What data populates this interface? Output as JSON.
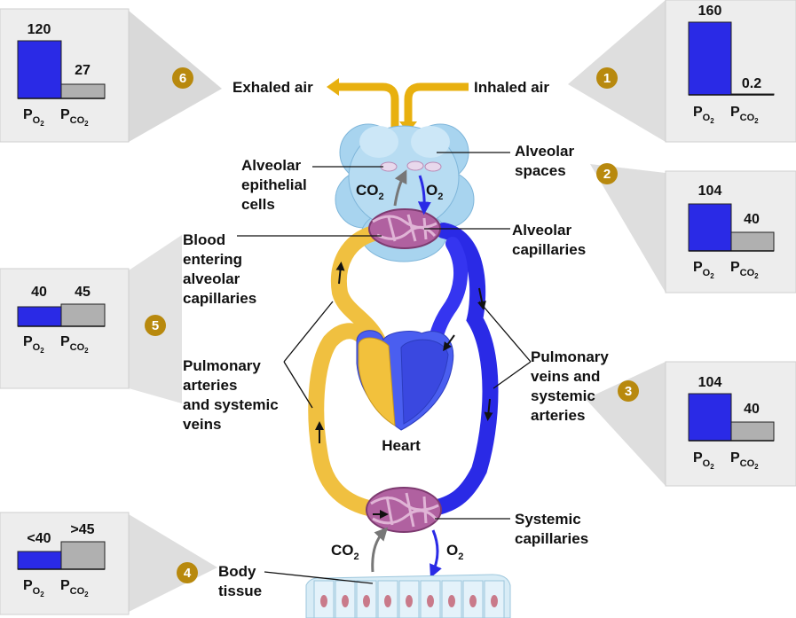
{
  "colors": {
    "oxygenated": "#2a2ae6",
    "deoxygenated": "#f0c040",
    "capillary": "#a0508c",
    "alveolus": "#a8d4ef",
    "airflow": "#e8b00f",
    "bar_po2": "#2a2ae6",
    "bar_pco2": "#b0b0b0",
    "badge": "#b8890e",
    "panel": "#e6e6e6"
  },
  "labels": {
    "exhaled_air": "Exhaled air",
    "inhaled_air": "Inhaled air",
    "alveolar_epithelial_cells": [
      "Alveolar",
      "epithelial",
      "cells"
    ],
    "alveolar_spaces": [
      "Alveolar",
      "spaces"
    ],
    "alveolar_capillaries": [
      "Alveolar",
      "capillaries"
    ],
    "blood_entering": [
      "Blood",
      "entering",
      "alveolar",
      "capillaries"
    ],
    "pulmonary_arteries": [
      "Pulmonary",
      "arteries",
      "and systemic",
      "veins"
    ],
    "pulmonary_veins": [
      "Pulmonary",
      "veins and",
      "systemic",
      "arteries"
    ],
    "heart": "Heart",
    "systemic_capillaries": [
      "Systemic",
      "capillaries"
    ],
    "body_tissue": [
      "Body",
      "tissue"
    ],
    "co2_main": "CO",
    "co2_sub": "2",
    "o2_main": "O",
    "o2_sub": "2"
  },
  "axis_labels": {
    "po2_main": "P",
    "po2_sub": "O",
    "po2_subsub": "2",
    "pco2_main": "P",
    "pco2_sub": "CO",
    "pco2_subsub": "2"
  },
  "panels": [
    {
      "badge": "1",
      "po2": "160",
      "pco2": "0.2",
      "po2_value": 160,
      "pco2_value": 0.2
    },
    {
      "badge": "2",
      "po2": "104",
      "pco2": "40",
      "po2_value": 104,
      "pco2_value": 40
    },
    {
      "badge": "3",
      "po2": "104",
      "pco2": "40",
      "po2_value": 104,
      "pco2_value": 40
    },
    {
      "badge": "4",
      "po2": "<40",
      "pco2": ">45",
      "po2_value": 40,
      "pco2_value": 45
    },
    {
      "badge": "5",
      "po2": "40",
      "pco2": "45",
      "po2_value": 40,
      "pco2_value": 45
    },
    {
      "badge": "6",
      "po2": "120",
      "pco2": "27",
      "po2_value": 120,
      "pco2_value": 27
    }
  ]
}
